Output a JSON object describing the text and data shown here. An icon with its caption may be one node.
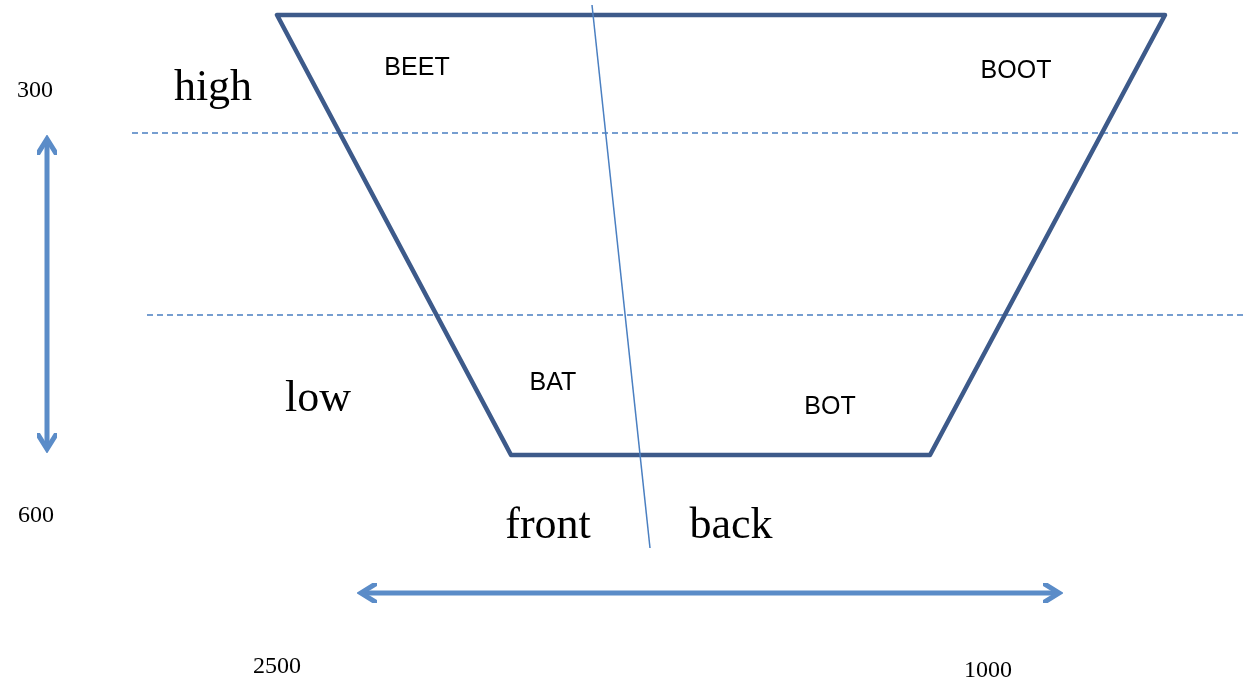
{
  "diagram": {
    "labels": [
      "BEET",
      "BOOT",
      "300",
      "high",
      "BAT",
      "low",
      "BOT",
      "600",
      "front",
      "back",
      "2500",
      "1000"
    ]
  }
}
